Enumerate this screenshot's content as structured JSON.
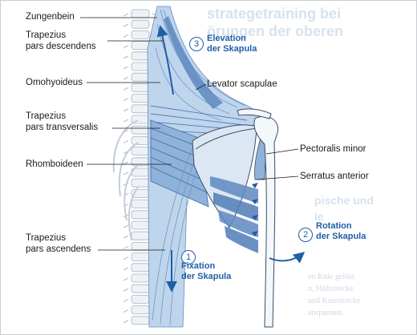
{
  "background_text": {
    "heading_fragment": "strategetraining bei\nörungen der oberen",
    "side_heading_fragment": "pische und\nie",
    "paragraph_fragments": "en Knie gelöst\nn, Hüftstrecke\nund Kniestrecke\nanspannen.",
    "colors": {
      "ghost": "#d7e2ee"
    }
  },
  "labels": {
    "zungenbein": "Zungenbein",
    "trapezius_desc": [
      "Trapezius",
      "pars descendens"
    ],
    "omohyoideus": "Omohyoideus",
    "levator": "Levator scapulae",
    "trapezius_trans": [
      "Trapezius",
      "pars transversalis"
    ],
    "rhomboideen": "Rhomboideen",
    "pectoralis": "Pectoralis minor",
    "serratus": "Serratus anterior",
    "trapezius_asc": [
      "Trapezius",
      "pars ascendens"
    ]
  },
  "steps": [
    {
      "number": "3",
      "title": "Elevation",
      "subtitle": "der Skapula"
    },
    {
      "number": "2",
      "title": "Rotation",
      "subtitle": "der Skapula"
    },
    {
      "number": "1",
      "title": "Fixation",
      "subtitle": "der Skapula"
    }
  ],
  "colors": {
    "accent_blue": "#1f5fa8",
    "muscle_light": "#bcd3ec",
    "muscle_mid": "#8fb2da",
    "muscle_dark": "#5d88bf",
    "bone": "#f4f7fb",
    "outline": "#3a4d66"
  }
}
